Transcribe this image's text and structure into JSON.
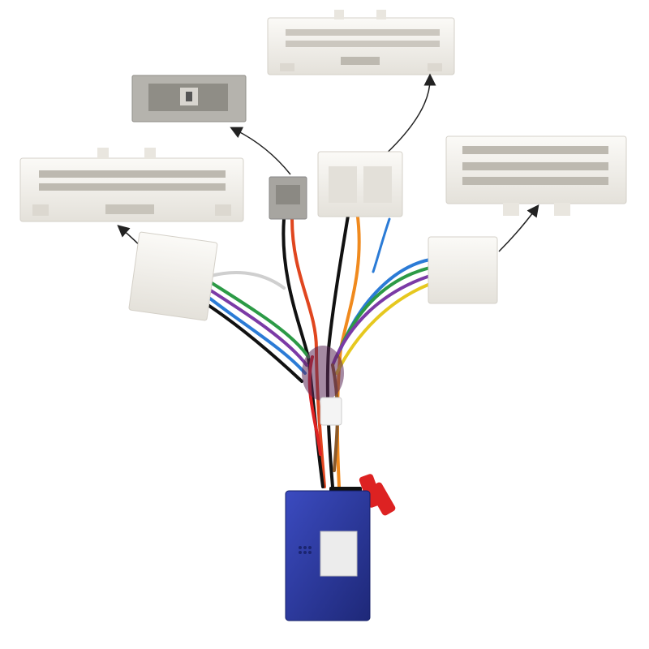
{
  "image": {
    "background_color": "#ffffff",
    "subject": "car-radio-wiring-harness"
  },
  "colors": {
    "connector_white": "#f1efea",
    "connector_shadow": "#d9d6cf",
    "connector_grey": "#b9b7b0",
    "module_blue": "#2f3ea8",
    "module_blue_dark": "#1f2a80",
    "arrow": "#222222",
    "wires": [
      "#111111",
      "#e0461f",
      "#f08a1e",
      "#2b7bd6",
      "#2c9a46",
      "#7b3aa6",
      "#e6c81f",
      "#8a5a2b",
      "#cfcfcf",
      "#d22",
      "#ff8fb0",
      "#555555"
    ]
  },
  "connectors": [
    {
      "name": "top-white-connector",
      "color": "white"
    },
    {
      "name": "grey-connector",
      "color": "grey"
    },
    {
      "name": "left-large-white-connector",
      "color": "white"
    },
    {
      "name": "right-white-connector",
      "color": "white"
    }
  ],
  "module": {
    "name": "canbus-decoder-box",
    "color": "blue"
  }
}
